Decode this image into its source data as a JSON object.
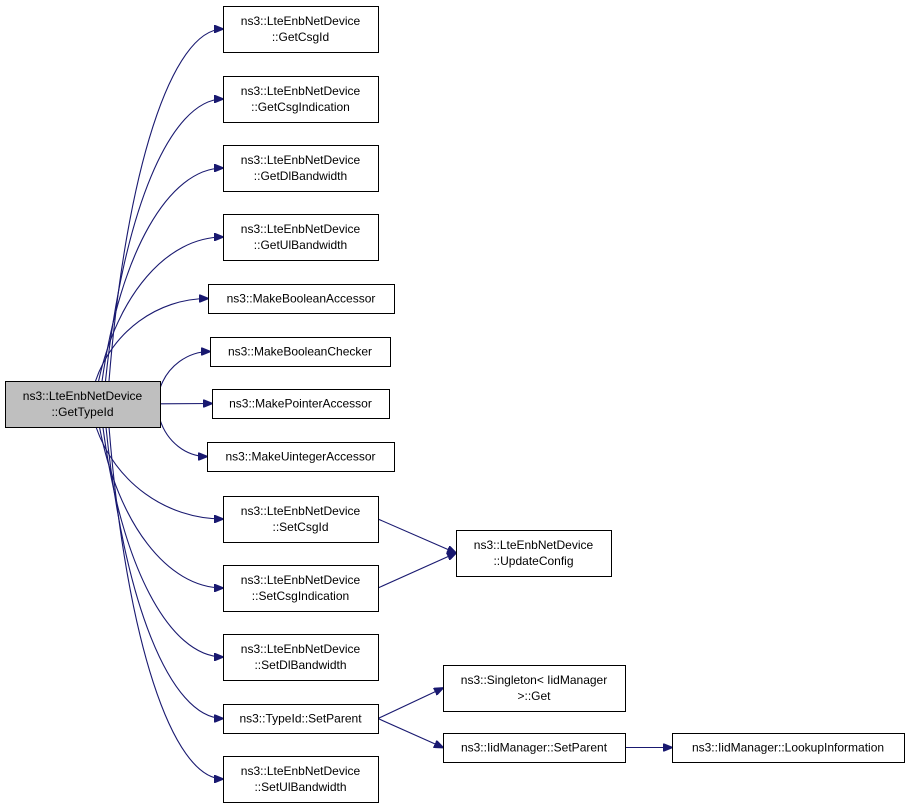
{
  "colors": {
    "edge": "#191970",
    "node_fill": "#ffffff",
    "root_fill": "#bfbfbf",
    "border": "#000000",
    "text": "#000000"
  },
  "root": {
    "id": "gettypeid",
    "lines": [
      "ns3::LteEnbNetDevice",
      "::GetTypeId"
    ]
  },
  "nodes": [
    {
      "id": "getcsgid",
      "lines": [
        "ns3::LteEnbNetDevice",
        "::GetCsgId"
      ]
    },
    {
      "id": "getcsgindication",
      "lines": [
        "ns3::LteEnbNetDevice",
        "::GetCsgIndication"
      ]
    },
    {
      "id": "getdlbandwidth",
      "lines": [
        "ns3::LteEnbNetDevice",
        "::GetDlBandwidth"
      ]
    },
    {
      "id": "getulbandwidth",
      "lines": [
        "ns3::LteEnbNetDevice",
        "::GetUlBandwidth"
      ]
    },
    {
      "id": "makebooleanaccessor",
      "lines": [
        "ns3::MakeBooleanAccessor"
      ]
    },
    {
      "id": "makebooleanchecker",
      "lines": [
        "ns3::MakeBooleanChecker"
      ]
    },
    {
      "id": "makepointeraccessor",
      "lines": [
        "ns3::MakePointerAccessor"
      ]
    },
    {
      "id": "makeuintegeraccessor",
      "lines": [
        "ns3::MakeUintegerAccessor"
      ]
    },
    {
      "id": "setcsgid",
      "lines": [
        "ns3::LteEnbNetDevice",
        "::SetCsgId"
      ]
    },
    {
      "id": "setcsgindication",
      "lines": [
        "ns3::LteEnbNetDevice",
        "::SetCsgIndication"
      ]
    },
    {
      "id": "setdlbandwidth",
      "lines": [
        "ns3::LteEnbNetDevice",
        "::SetDlBandwidth"
      ]
    },
    {
      "id": "typeid-setparent",
      "lines": [
        "ns3::TypeId::SetParent"
      ]
    },
    {
      "id": "setulbandwidth",
      "lines": [
        "ns3::LteEnbNetDevice",
        "::SetUlBandwidth"
      ]
    },
    {
      "id": "updateconfig",
      "lines": [
        "ns3::LteEnbNetDevice",
        "::UpdateConfig"
      ]
    },
    {
      "id": "singleton-get",
      "lines": [
        "ns3::Singleton< IidManager",
        ">::Get"
      ]
    },
    {
      "id": "iidmanager-setparent",
      "lines": [
        "ns3::IidManager::SetParent"
      ]
    },
    {
      "id": "lookupinformation",
      "lines": [
        "ns3::IidManager::LookupInformation"
      ]
    }
  ],
  "edges": [
    [
      "gettypeid",
      "getcsgid"
    ],
    [
      "gettypeid",
      "getcsgindication"
    ],
    [
      "gettypeid",
      "getdlbandwidth"
    ],
    [
      "gettypeid",
      "getulbandwidth"
    ],
    [
      "gettypeid",
      "makebooleanaccessor"
    ],
    [
      "gettypeid",
      "makebooleanchecker"
    ],
    [
      "gettypeid",
      "makepointeraccessor"
    ],
    [
      "gettypeid",
      "makeuintegeraccessor"
    ],
    [
      "gettypeid",
      "setcsgid"
    ],
    [
      "gettypeid",
      "setcsgindication"
    ],
    [
      "gettypeid",
      "setdlbandwidth"
    ],
    [
      "gettypeid",
      "typeid-setparent"
    ],
    [
      "gettypeid",
      "setulbandwidth"
    ],
    [
      "setcsgid",
      "updateconfig"
    ],
    [
      "setcsgindication",
      "updateconfig"
    ],
    [
      "typeid-setparent",
      "singleton-get"
    ],
    [
      "typeid-setparent",
      "iidmanager-setparent"
    ],
    [
      "iidmanager-setparent",
      "lookupinformation"
    ]
  ]
}
